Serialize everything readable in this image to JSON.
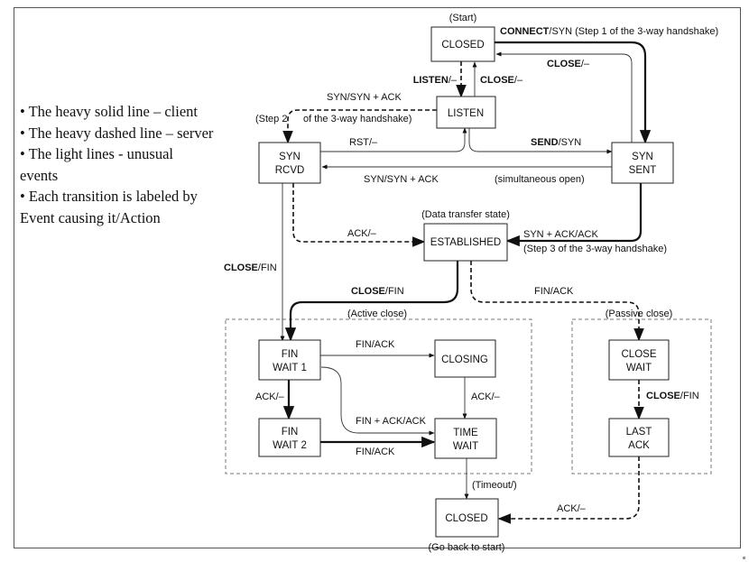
{
  "notes": [
    "• The heavy solid line – client",
    "• The heavy dashed line – server",
    "• The light lines - unusual events",
    "• Each transition is labeled by Event causing it/Action"
  ],
  "states": {
    "closed_top": "CLOSED",
    "listen": "LISTEN",
    "syn_rcvd_1": "SYN",
    "syn_rcvd_2": "RCVD",
    "syn_sent_1": "SYN",
    "syn_sent_2": "SENT",
    "established": "ESTABLISHED",
    "fin_wait1_1": "FIN",
    "fin_wait1_2": "WAIT 1",
    "closing": "CLOSING",
    "fin_wait2_1": "FIN",
    "fin_wait2_2": "WAIT 2",
    "time_wait_1": "TIME",
    "time_wait_2": "WAIT",
    "close_wait_1": "CLOSE",
    "close_wait_2": "WAIT",
    "last_ack_1": "LAST",
    "last_ack_2": "ACK",
    "closed_bottom": "CLOSED"
  },
  "annotations": {
    "start": "(Start)",
    "data_transfer": "(Data transfer state)",
    "active_close": "(Active close)",
    "passive_close": "(Passive close)",
    "timeout": "(Timeout/)",
    "go_back": "(Go back to start)",
    "step2": "(Step 2",
    "step2_tail": "of the 3-way handshake)",
    "simultaneous": "(simultaneous open)",
    "step3": "(Step 3 of the 3-way handshake)"
  },
  "transitions": {
    "connect_event": "CONNECT",
    "connect_action": "/SYN (Step 1 of the 3-way handshake)",
    "close_dash_top_event": "CLOSE",
    "close_dash_top_action": "/–",
    "listen_event": "LISTEN",
    "listen_action": "/–",
    "close_listen_event": "CLOSE",
    "close_listen_action": "/–",
    "syn_syn_ack_top": "SYN/SYN + ACK",
    "rst": "RST/–",
    "send_event": "SEND",
    "send_action": "/SYN",
    "syn_syn_ack_mid": "SYN/SYN + ACK",
    "ack_to_established": "ACK/–",
    "syn_ack_ack": "SYN + ACK/ACK",
    "close_fin_left_event": "CLOSE",
    "close_fin_left_action": "/FIN",
    "close_fin_est_event": "CLOSE",
    "close_fin_est_action": "/FIN",
    "fin_ack_est": "FIN/ACK",
    "fin_ack_closing": "FIN/ACK",
    "ack_fw1": "ACK/–",
    "ack_closing": "ACK/–",
    "fin_ack_ack": "FIN + ACK/ACK",
    "fin_ack_fw2": "FIN/ACK",
    "close_fin_cw_event": "CLOSE",
    "close_fin_cw_action": "/FIN",
    "ack_last": "ACK/–"
  }
}
